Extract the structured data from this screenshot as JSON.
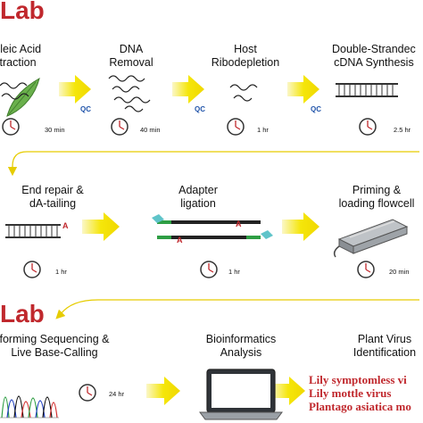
{
  "wet_lab": {
    "title": "Lab"
  },
  "dry_lab": {
    "title": "Lab"
  },
  "row1": [
    {
      "label1": "cleic Acid",
      "label2": "traction",
      "time": "30 min"
    },
    {
      "label1": "DNA",
      "label2": "Removal",
      "time": "40 min",
      "qc": "QC"
    },
    {
      "label1": "Host",
      "label2": "Ribodepletion",
      "time": "1 hr",
      "qc": "QC"
    },
    {
      "label1": "Double-Strandec",
      "label2": "cDNA Synthesis",
      "time": "2.5 hr"
    }
  ],
  "row1_qc_first": "QC",
  "row2": [
    {
      "label1": "End repair &",
      "label2": "dA-tailing",
      "time": "1 hr"
    },
    {
      "label1": "Adapter",
      "label2": "ligation",
      "time": "1 hr"
    },
    {
      "label1": "Priming &",
      "label2": "loading flowcell",
      "time": "20 min"
    }
  ],
  "row3": [
    {
      "label1": "forming Sequencing &",
      "label2": "Live Base-Calling",
      "time": "24 hr"
    },
    {
      "label1": "Bioinformatics",
      "label2": "Analysis"
    },
    {
      "label1": "Plant Virus",
      "label2": "Identification"
    }
  ],
  "viruses": [
    "Lily symptomless vi",
    "Lily mottle virus",
    "Plantago asiatica mo"
  ],
  "colors": {
    "accent": "#c0282d",
    "arrow": "#f5e60a",
    "qc": "#2255aa"
  }
}
